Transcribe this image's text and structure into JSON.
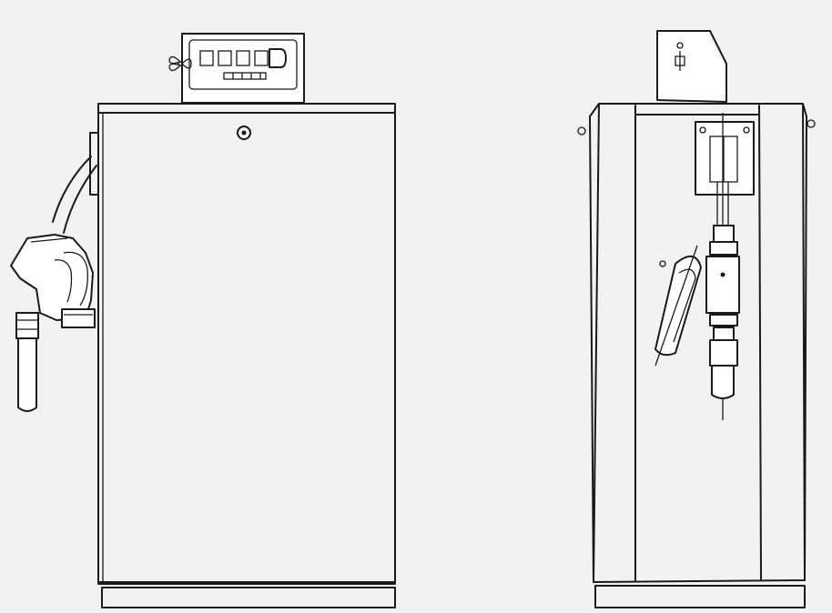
{
  "drawing": {
    "views": [
      {
        "view": "front",
        "parts": [
          "display-head",
          "cabinet",
          "lock",
          "nozzle",
          "hose",
          "plinth"
        ]
      },
      {
        "view": "side",
        "parts": [
          "mount-bracket",
          "cabinet",
          "meter-panel",
          "filter-assembly",
          "nozzle",
          "hose",
          "plinth"
        ]
      }
    ],
    "colors": {
      "line": "#1a1a1a",
      "paper": "#f2f2f0",
      "fill": "#ffffff"
    }
  }
}
